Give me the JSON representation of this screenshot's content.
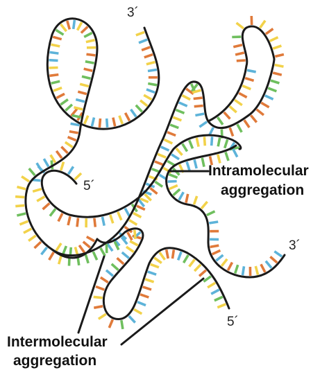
{
  "labels": {
    "strand1_three_prime": "3´",
    "strand1_five_prime": "5´",
    "strand2_three_prime": "3´",
    "strand2_five_prime": "5´"
  },
  "callouts": {
    "intramolecular_line1": "Intramolecular",
    "intramolecular_line2": "aggregation",
    "intermolecular_line1": "Intermolecular",
    "intermolecular_line2": "aggregation"
  },
  "colors": {
    "strand": "#1a1a1a",
    "bases": [
      "#e07a3a",
      "#f2d24a",
      "#5db3d9",
      "#6fbf5e"
    ]
  }
}
